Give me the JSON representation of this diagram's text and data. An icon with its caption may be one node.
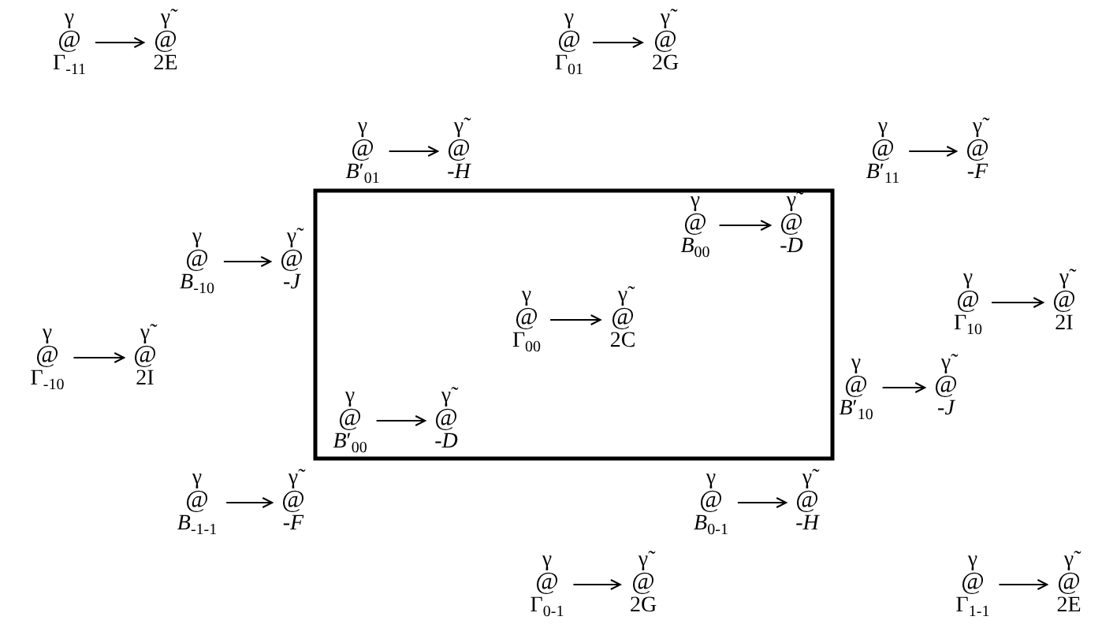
{
  "diagram": {
    "nodes": [
      {
        "text": [
          "γ",
          "@",
          "Γ$_{-11}$"
        ]
      },
      {
        "text": [
          "γ̃",
          "@",
          "2E"
        ]
      },
      {
        "text": [
          "γ",
          "@",
          "Γ$_{01}$"
        ]
      },
      {
        "text": [
          "γ̃",
          "@",
          "2G"
        ]
      },
      {
        "text": [
          "γ",
          "@",
          "*B*′$_{01}$"
        ]
      },
      {
        "text": [
          "γ̃",
          "@",
          "-*H*"
        ]
      },
      {
        "text": [
          "γ",
          "@",
          "*B*′$_{11}$"
        ]
      },
      {
        "text": [
          "γ̃",
          "@",
          "-*F*"
        ]
      },
      {
        "text": [
          "γ",
          "@",
          "*B*$_{-10}$"
        ]
      },
      {
        "text": [
          "γ̃",
          "@",
          "-*J*"
        ]
      },
      {
        "text": [
          "γ",
          "@",
          "*B*$_{00}$"
        ]
      },
      {
        "text": [
          "γ̃",
          "@",
          "-*D*"
        ]
      },
      {
        "text": [
          "γ",
          "@",
          "Γ$_{00}$"
        ]
      },
      {
        "text": [
          "γ̃",
          "@",
          "2C"
        ]
      },
      {
        "text": [
          "γ",
          "@",
          "Γ$_{10}$"
        ]
      },
      {
        "text": [
          "γ̃",
          "@",
          "2I"
        ]
      },
      {
        "text": [
          "γ",
          "@",
          "Γ$_{-10}$"
        ]
      },
      {
        "text": [
          "γ̃",
          "@",
          "2I"
        ]
      },
      {
        "text": [
          "γ",
          "@",
          "*B*′$_{00}$"
        ]
      },
      {
        "text": [
          "γ̃",
          "@",
          "-*D*"
        ]
      },
      {
        "text": [
          "γ",
          "@",
          "*B*′$_{10}$"
        ]
      },
      {
        "text": [
          "γ̃",
          "@",
          "-*J*"
        ]
      },
      {
        "text": [
          "γ",
          "@",
          "*B*$_{-1-1}$"
        ]
      },
      {
        "text": [
          "γ̃",
          "@",
          "-*F*"
        ]
      },
      {
        "text": [
          "γ",
          "@",
          "*B*$_{0-1}$"
        ]
      },
      {
        "text": [
          "γ̃",
          "@",
          "-*H*"
        ]
      },
      {
        "text": [
          "γ",
          "@",
          "Γ$_{0-1}$"
        ]
      },
      {
        "text": [
          "γ̃",
          "@",
          "2G"
        ]
      },
      {
        "text": [
          "γ",
          "@",
          "Γ$_{1-1}$"
        ]
      },
      {
        "text": [
          "γ̃",
          "@",
          "2E"
        ]
      }
    ],
    "edges": [
      {
        "from": 0,
        "to": 1,
        "arrow": "to"
      },
      {
        "from": 2,
        "to": 3,
        "arrow": "to"
      },
      {
        "from": 4,
        "to": 5,
        "arrow": "to"
      },
      {
        "from": 6,
        "to": 7,
        "arrow": "to"
      },
      {
        "from": 8,
        "to": 9,
        "arrow": "to"
      },
      {
        "from": 10,
        "to": 11,
        "arrow": "to"
      },
      {
        "from": 12,
        "to": 13,
        "arrow": "to"
      },
      {
        "from": 14,
        "to": 15,
        "arrow": "to"
      },
      {
        "from": 16,
        "to": 17,
        "arrow": "to"
      },
      {
        "from": 18,
        "to": 19,
        "arrow": "to"
      },
      {
        "from": 20,
        "to": 21,
        "arrow": "to"
      },
      {
        "from": 22,
        "to": 23,
        "arrow": "to"
      },
      {
        "from": 24,
        "to": 25,
        "arrow": "to"
      },
      {
        "from": 26,
        "to": 27,
        "arrow": "to"
      },
      {
        "from": 28,
        "to": 29,
        "arrow": "to"
      }
    ]
  }
}
